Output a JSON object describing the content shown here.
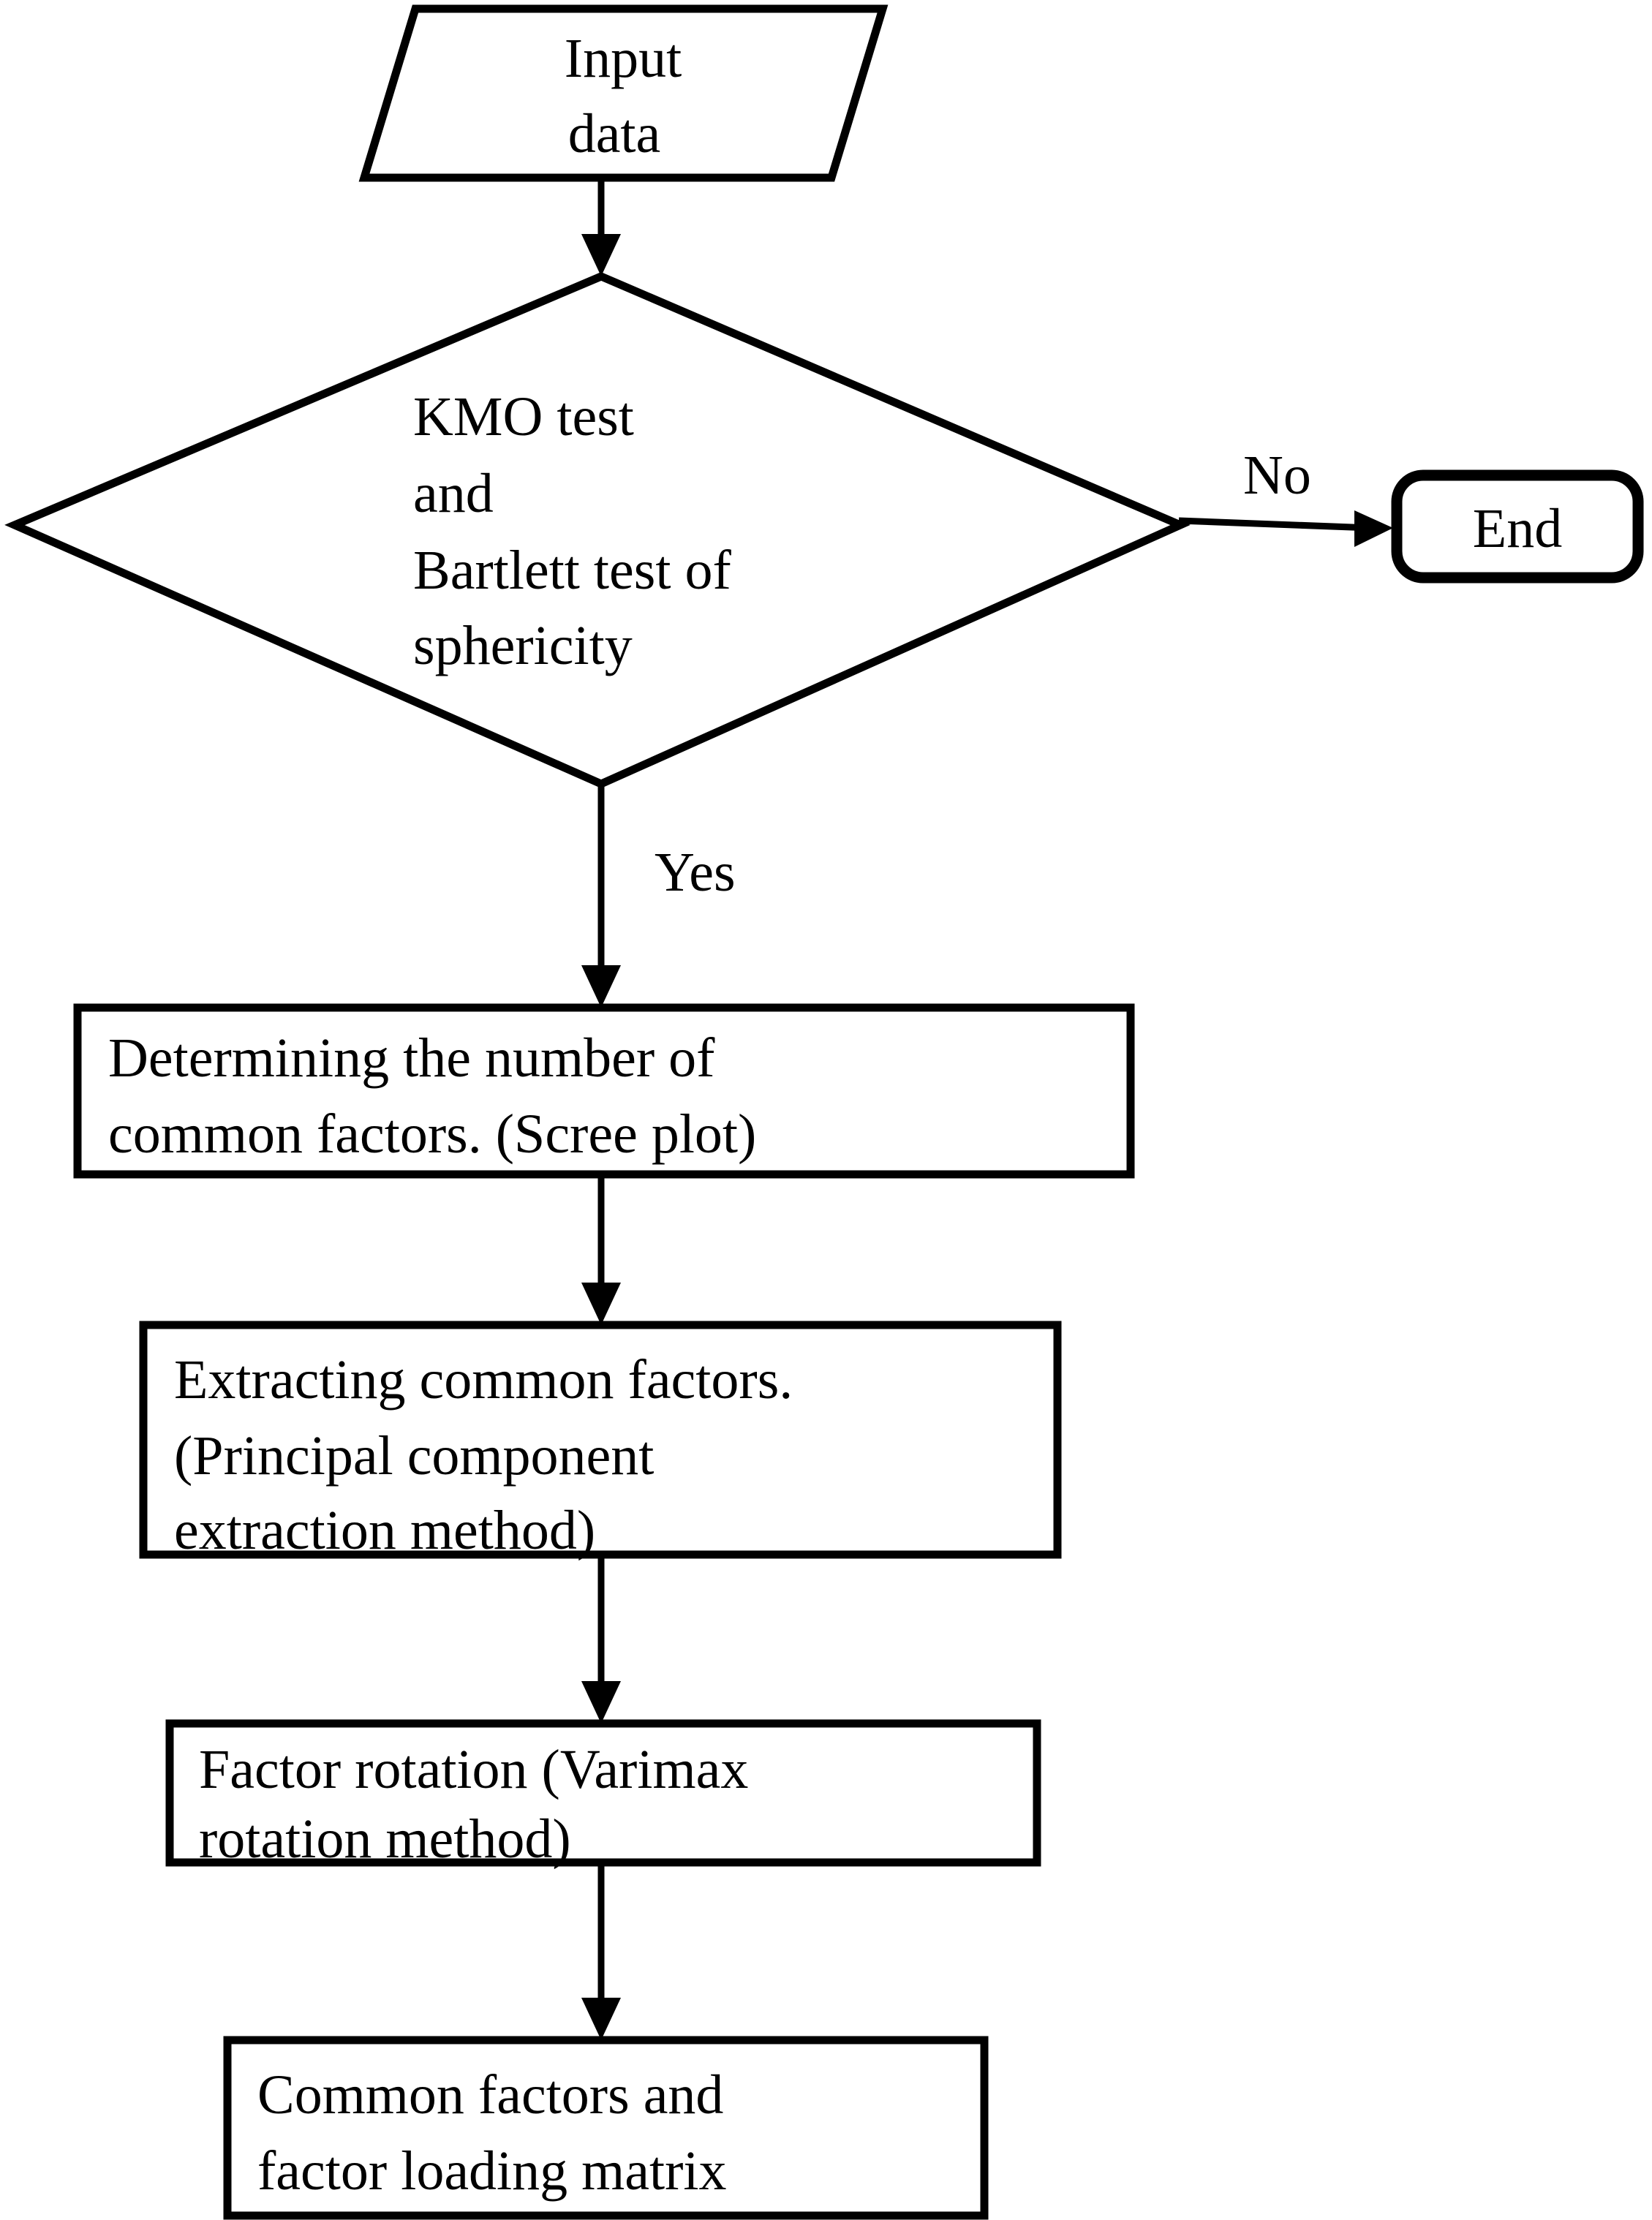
{
  "diagram": {
    "title": "Exploratory factor analysis procedure flowchart",
    "background_color": "#ffffff",
    "line_color": "#000000",
    "text_color": "#000000"
  },
  "nodes": {
    "input": {
      "shape": "parallelogram",
      "lines": [
        "Input",
        "data"
      ],
      "align": "center"
    },
    "decision": {
      "shape": "diamond",
      "lines": [
        "KMO test",
        "and",
        "Bartlett test of",
        "sphericity"
      ],
      "align": "left"
    },
    "end": {
      "shape": "rounded-rectangle",
      "lines": [
        "End"
      ],
      "align": "center"
    },
    "step1": {
      "shape": "rectangle",
      "lines": [
        "Determining the number of",
        "common factors. (Scree plot)"
      ],
      "align": "left"
    },
    "step2": {
      "shape": "rectangle",
      "lines": [
        "Extracting common factors.",
        "(Principal component",
        "extraction method)"
      ],
      "align": "left"
    },
    "step3": {
      "shape": "rectangle",
      "lines": [
        "Factor rotation (Varimax",
        "rotation method)"
      ],
      "align": "left"
    },
    "step4": {
      "shape": "rectangle",
      "lines": [
        "Common factors and",
        "factor loading matrix"
      ],
      "align": "left"
    }
  },
  "edge_labels": {
    "no": "No",
    "yes": "Yes"
  }
}
